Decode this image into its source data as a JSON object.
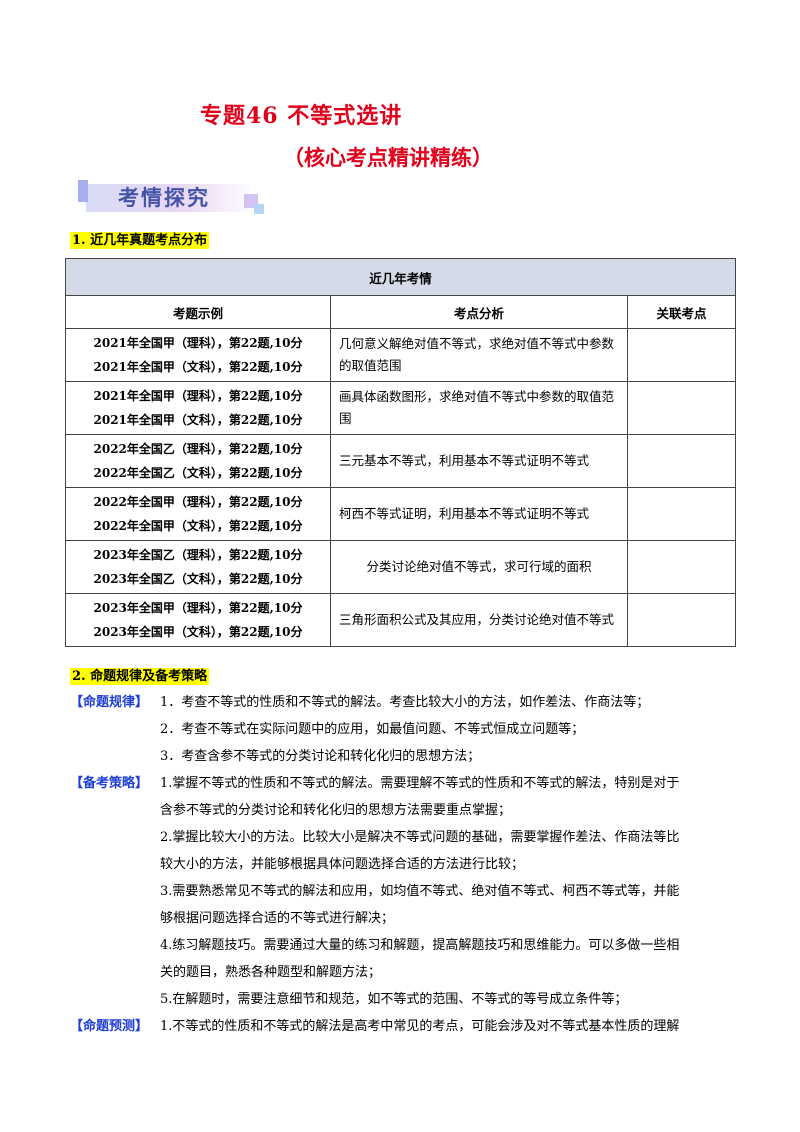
{
  "title_line1": "专题46  不等式选讲",
  "title_line2": "（核心考点精讲精练）",
  "banner": "考情探究",
  "section1": "1.  近几年真题考点分布",
  "table": {
    "caption": "近几年考情",
    "headers": [
      "考题示例",
      "考点分析",
      "关联考点"
    ],
    "rows": [
      {
        "ex1": "2021年全国甲（理科），第22题,10分",
        "ex2": "2021年全国甲（文科），第22题,10分",
        "analysis": "几何意义解绝对值不等式，求绝对值不等式中参数的取值范围",
        "related": ""
      },
      {
        "ex1": "2021年全国甲（理科），第22题,10分",
        "ex2": "2021年全国甲（文科），第22题,10分",
        "analysis": "画具体函数图形，求绝对值不等式中参数的取值范围",
        "related": ""
      },
      {
        "ex1": "2022年全国乙（理科），第22题,10分",
        "ex2": "2022年全国乙（文科），第22题,10分",
        "analysis": "三元基本不等式，利用基本不等式证明不等式",
        "related": ""
      },
      {
        "ex1": "2022年全国甲（理科），第22题,10分",
        "ex2": "2022年全国甲（文科），第22题,10分",
        "analysis": "柯西不等式证明，利用基本不等式证明不等式",
        "related": ""
      },
      {
        "ex1": "2023年全国乙（理科），第22题,10分",
        "ex2": "2023年全国乙（文科），第22题,10分",
        "analysis": "分类讨论绝对值不等式，求可行域的面积",
        "related": ""
      },
      {
        "ex1": "2023年全国甲（理科），第22题,10分",
        "ex2": "2023年全国甲（文科），第22题,10分",
        "analysis": "三角形面积公式及其应用，分类讨论绝对值不等式",
        "related": ""
      }
    ]
  },
  "section2": "2.  命题规律及备考策略",
  "rule_tag": "【命题规律】",
  "rules": [
    "1．考查不等式的性质和不等式的解法。考查比较大小的方法，如作差法、作商法等；",
    "2．考查不等式在实际问题中的应用，如最值问题、不等式恒成立问题等；",
    "3．考查含参不等式的分类讨论和转化化归的思想方法；"
  ],
  "strategy_tag": "【备考策略】",
  "strategy": [
    "1.掌握不等式的性质和不等式的解法。需要理解不等式的性质和不等式的解法，特别是对于",
    "含参不等式的分类讨论和转化化归的思想方法需要重点掌握；",
    "2.掌握比较大小的方法。比较大小是解决不等式问题的基础，需要掌握作差法、作商法等比",
    "较大小的方法，并能够根据具体问题选择合适的方法进行比较；",
    "3.需要熟悉常见不等式的解法和应用，如均值不等式、绝对值不等式、柯西不等式等，并能",
    "够根据问题选择合适的不等式进行解决；",
    "4.练习解题技巧。需要通过大量的练习和解题，提高解题技巧和思维能力。可以多做一些相",
    "关的题目，熟悉各种题型和解题方法；",
    "5.在解题时，需要注意细节和规范，如不等式的范围、不等式的等号成立条件等；"
  ],
  "predict_tag": "【命题预测】",
  "predict": "1.不等式的性质和不等式的解法是高考中常见的考点，可能会涉及对不等式基本性质的理解"
}
